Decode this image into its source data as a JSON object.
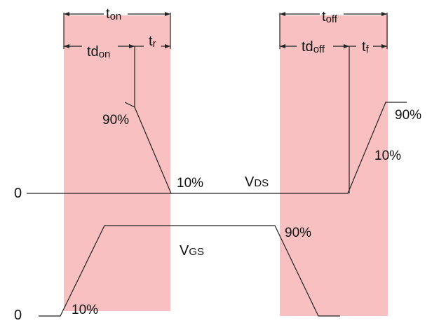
{
  "colors": {
    "shade": "#f8c0c0",
    "line": "#222222",
    "background": "#ffffff"
  },
  "labels": {
    "t_on": {
      "main": "t",
      "sub": "on"
    },
    "td_on": {
      "main": "td",
      "sub": "on"
    },
    "t_r": {
      "main": "t",
      "sub": "r"
    },
    "t_off": {
      "main": "t",
      "sub": "off"
    },
    "td_off": {
      "main": "td",
      "sub": "off"
    },
    "t_f": {
      "main": "t",
      "sub": "f"
    },
    "vds": {
      "main": "V",
      "sub": "DS"
    },
    "vgs": {
      "main": "V",
      "sub": "GS"
    },
    "zero_vds": "0",
    "zero_vgs": "0",
    "vds_rise_90": "90%",
    "vds_rise_10": "10%",
    "vds_fall_90": "90%",
    "vds_fall_10": "10%",
    "vgs_rise_10": "10%",
    "vgs_fall_90": "90%"
  }
}
